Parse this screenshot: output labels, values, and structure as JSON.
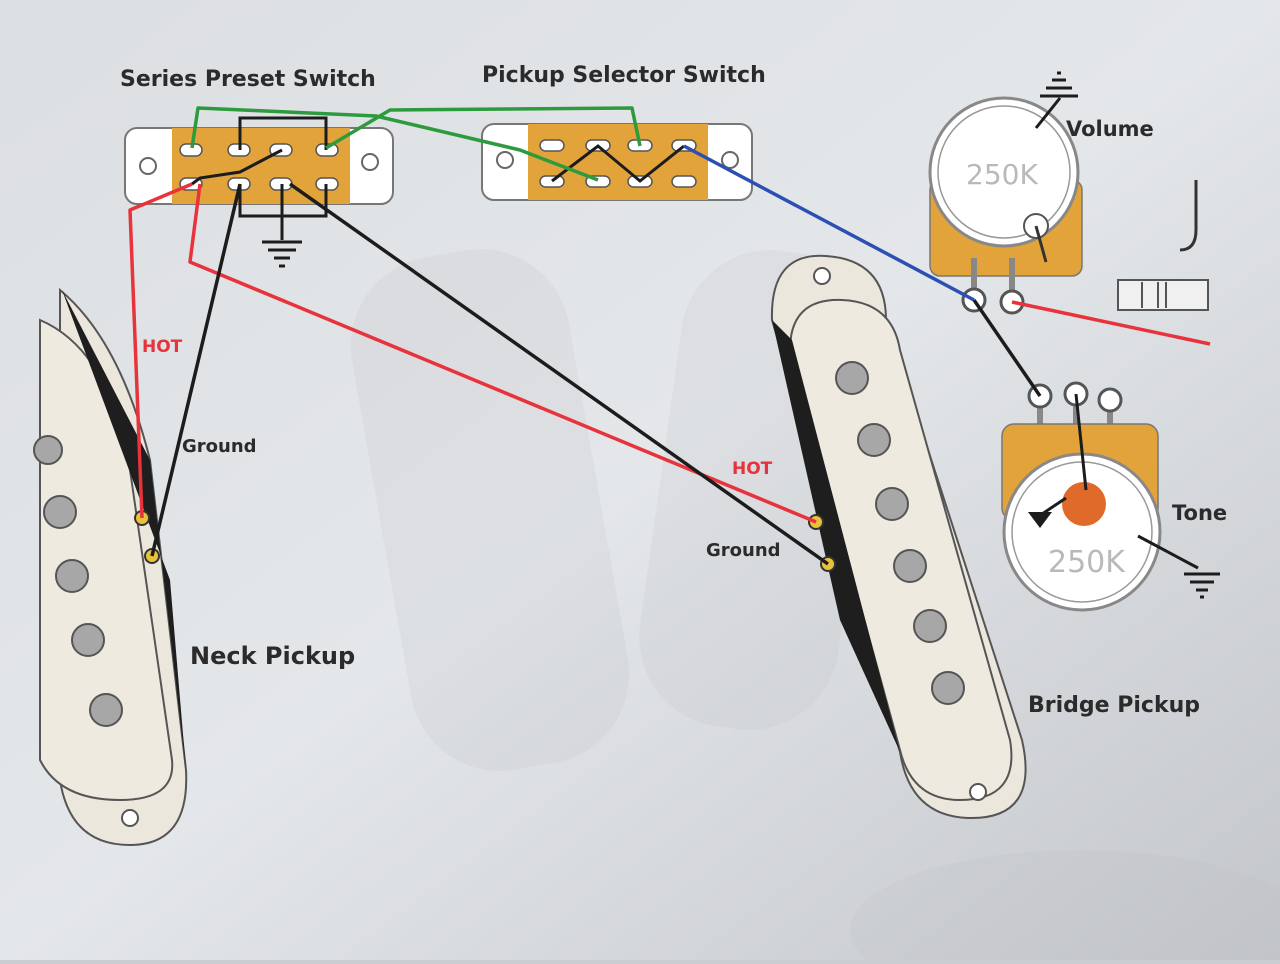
{
  "labels": {
    "series_switch": "Series Preset Switch",
    "selector_switch": "Pickup Selector Switch",
    "volume": "Volume",
    "tone": "Tone",
    "volume_value": "250K",
    "tone_value": "250K",
    "neck_hot": "HOT",
    "neck_ground": "Ground",
    "neck_pickup": "Neck Pickup",
    "bridge_hot": "HOT",
    "bridge_ground": "Ground",
    "bridge_pickup": "Bridge Pickup"
  },
  "wire_colors": {
    "hot": "#e8323c",
    "ground": "#1c1c1c",
    "green": "#2e9a3e",
    "blue": "#2c4fb4"
  },
  "colors": {
    "pot_body": "#e2a33b",
    "switch_body": "#e2a33b",
    "pickup_cover": "#ece7dc",
    "tone_knob": "#e06a2a",
    "pole_piece": "#a7a7a7"
  }
}
